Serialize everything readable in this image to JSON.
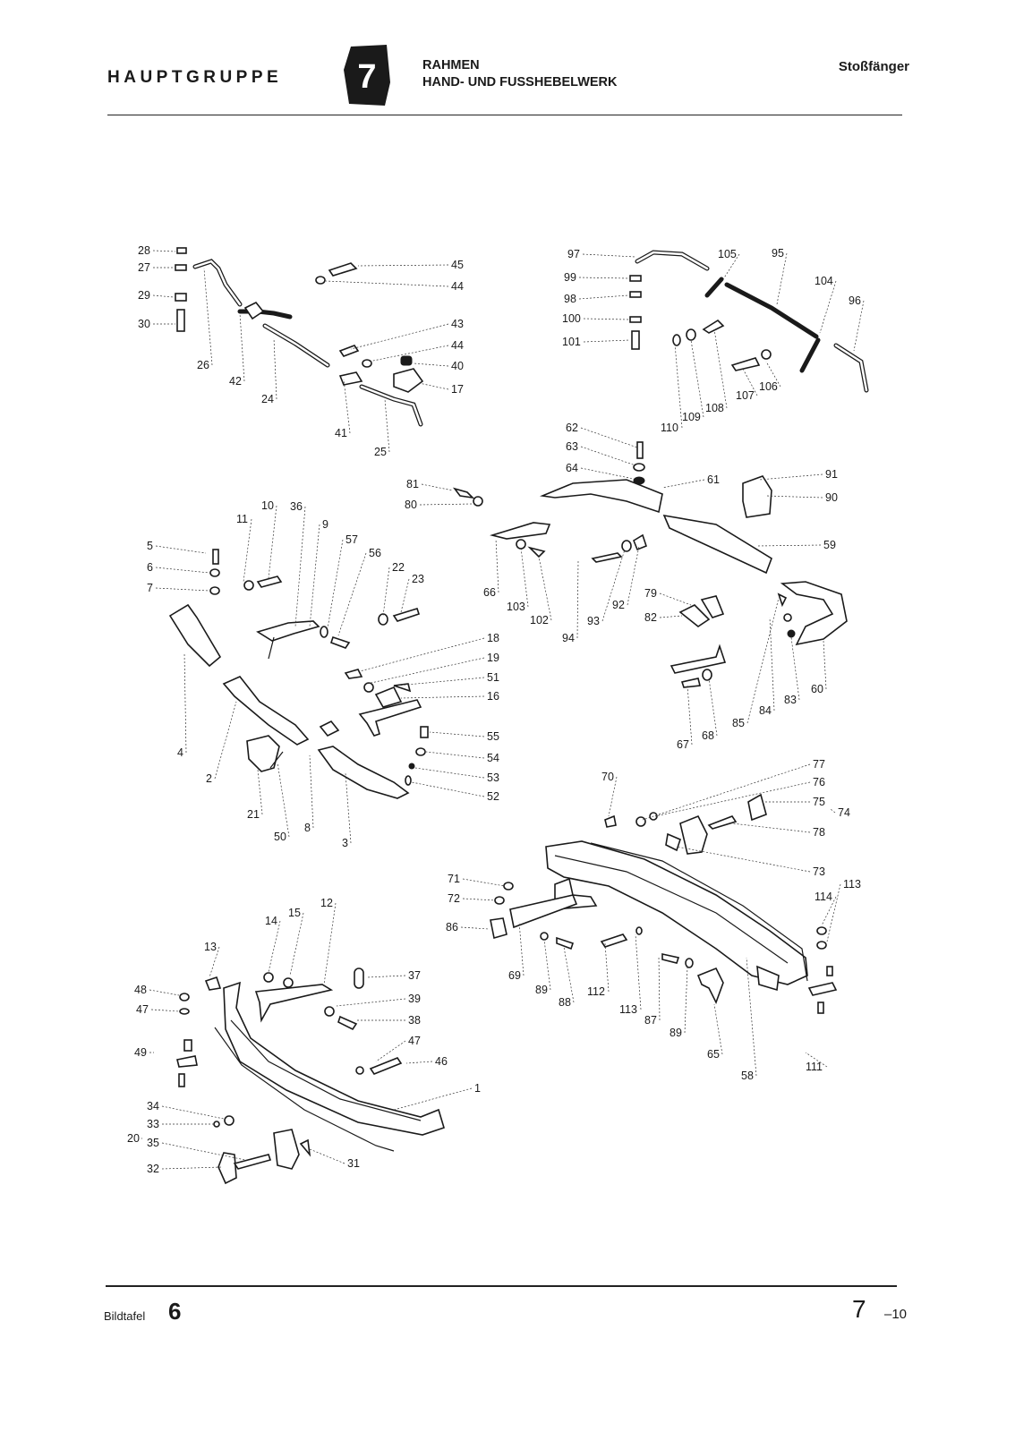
{
  "header": {
    "group_label": "HAUPTGRUPPE",
    "group_number": "7",
    "title_line1": "RAHMEN",
    "title_line2": "HAND- UND FUSSHEBELWERK",
    "section": "Stoßfänger"
  },
  "footer": {
    "plate_label": "Bildtafel",
    "plate_number": "6",
    "page_main": "7",
    "page_sub": "–10"
  },
  "diagram": {
    "part_numbers": [
      "1",
      "2",
      "3",
      "4",
      "5",
      "6",
      "7",
      "8",
      "9",
      "10",
      "11",
      "12",
      "13",
      "14",
      "15",
      "16",
      "17",
      "18",
      "19",
      "20",
      "21",
      "22",
      "23",
      "24",
      "25",
      "26",
      "27",
      "28",
      "29",
      "30",
      "31",
      "32",
      "33",
      "34",
      "35",
      "36",
      "37",
      "38",
      "39",
      "40",
      "41",
      "42",
      "43",
      "44",
      "45",
      "46",
      "47",
      "48",
      "49",
      "50",
      "51",
      "52",
      "53",
      "54",
      "55",
      "56",
      "57",
      "58",
      "59",
      "60",
      "61",
      "62",
      "63",
      "64",
      "65",
      "66",
      "67",
      "68",
      "69",
      "70",
      "71",
      "72",
      "73",
      "74",
      "75",
      "76",
      "77",
      "78",
      "79",
      "80",
      "81",
      "82",
      "83",
      "84",
      "85",
      "86",
      "87",
      "88",
      "89",
      "90",
      "91",
      "92",
      "93",
      "94",
      "95",
      "96",
      "97",
      "98",
      "99",
      "100",
      "101",
      "102",
      "103",
      "104",
      "105",
      "106",
      "107",
      "108",
      "109",
      "110",
      "111",
      "112",
      "113",
      "114"
    ]
  }
}
